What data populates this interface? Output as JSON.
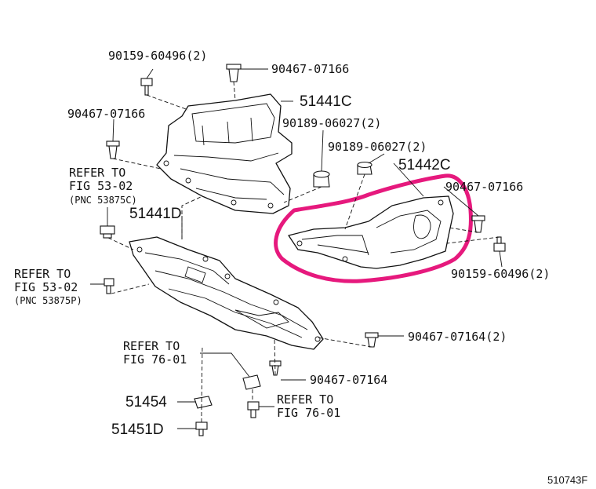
{
  "labels": {
    "p_90159_top": "90159-60496(2)",
    "p_90467_top": "90467-07166",
    "p_51441c": "51441C",
    "p_90467_left": "90467-07166",
    "p_90189_a": "90189-06027(2)",
    "p_90189_b": "90189-06027(2)",
    "p_51442c": "51442C",
    "p_90467_right": "90467-07166",
    "refer_1a": "REFER TO",
    "refer_1b": "FIG 53-02",
    "refer_1c": "(PNC 53875C)",
    "p_51441d": "51441D",
    "p_90159_right": "90159-60496(2)",
    "refer_2a": "REFER TO",
    "refer_2b": "FIG 53-02",
    "refer_2c": "(PNC 53875P)",
    "p_90467_07164_2": "90467-07164(2)",
    "refer_3a": "REFER TO",
    "refer_3b": "FIG 76-01",
    "p_90467_07164": "90467-07164",
    "p_51454": "51454",
    "refer_4a": "REFER TO",
    "refer_4b": "FIG 76-01",
    "p_51451d": "51451D",
    "figure_id": "510743F"
  },
  "colors": {
    "highlight": "#e6197d",
    "ink": "#111111"
  }
}
